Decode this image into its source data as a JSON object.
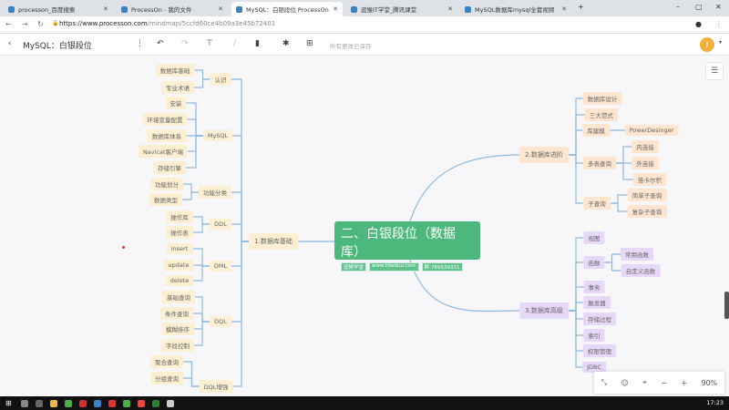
{
  "browser": {
    "tabs": [
      {
        "label": "processon_百度搜索"
      },
      {
        "label": "ProcessOn - 我的文件"
      },
      {
        "label": "MySQL：白银段位 ProcessOn"
      },
      {
        "label": "逗猴IT学堂_腾讯课堂"
      },
      {
        "label": "MySQL数据库mysql全套视频"
      }
    ],
    "url_host": "https://www.processon.com",
    "url_path": "/mindmap/5ccfd60ce4b09a3e45b72401"
  },
  "toolbar": {
    "title": "MySQL：白银段位",
    "saved_status": "所有更改已保存",
    "avatar_letter": "J"
  },
  "mindmap": {
    "root": {
      "title": "二、白银段位（数据库）",
      "tags": [
        "逗猴学堂",
        "www.hlieduu.com",
        "群:789539331"
      ]
    },
    "branches": [
      {
        "label": "1.数据库基础",
        "children": [
          {
            "label": "认识",
            "children": [
              {
                "label": "数据库基础"
              },
              {
                "label": "专业术语"
              }
            ]
          },
          {
            "label": "MySQL",
            "children": [
              {
                "label": "安装"
              },
              {
                "label": "环境变量配置"
              },
              {
                "label": "数据库体系"
              },
              {
                "label": "Navicat客户端"
              },
              {
                "label": "存储引擎"
              }
            ]
          },
          {
            "label": "功能分类",
            "children": [
              {
                "label": "功能划分"
              },
              {
                "label": "数据类型"
              }
            ]
          },
          {
            "label": "DDL",
            "children": [
              {
                "label": "操作库"
              },
              {
                "label": "操作表"
              }
            ]
          },
          {
            "label": "DML",
            "children": [
              {
                "label": "insert"
              },
              {
                "label": "update"
              },
              {
                "label": "delete"
              }
            ]
          },
          {
            "label": "DQL",
            "children": [
              {
                "label": "基础查询"
              },
              {
                "label": "条件查询"
              },
              {
                "label": "模糊排序"
              },
              {
                "label": "字段控制"
              }
            ]
          },
          {
            "label": "DQL增强",
            "children": [
              {
                "label": "聚合查询"
              },
              {
                "label": "分组查询"
              }
            ]
          }
        ]
      },
      {
        "label": "2.数据库进阶",
        "children": [
          {
            "label": "数据库设计"
          },
          {
            "label": "三大范式"
          },
          {
            "label": "库建模",
            "children": [
              {
                "label": "PowerDesinger"
              }
            ]
          },
          {
            "label": "多表查询",
            "children": [
              {
                "label": "内连接"
              },
              {
                "label": "外连接"
              },
              {
                "label": "笛卡尔积"
              }
            ]
          },
          {
            "label": "子查询",
            "children": [
              {
                "label": "简单子查询"
              },
              {
                "label": "复杂子查询"
              }
            ]
          }
        ]
      },
      {
        "label": "3.数据库高级",
        "children": [
          {
            "label": "视图"
          },
          {
            "label": "函数",
            "children": [
              {
                "label": "常用函数"
              },
              {
                "label": "自定义函数"
              }
            ]
          },
          {
            "label": "事务"
          },
          {
            "label": "触发器"
          },
          {
            "label": "存储过程"
          },
          {
            "label": "索引"
          },
          {
            "label": "权限管理"
          },
          {
            "label": "JDBC"
          }
        ]
      }
    ]
  },
  "zoom_controls": {
    "zoom_level": "90%"
  },
  "taskbar": {
    "time": "17:23"
  },
  "colors": {
    "root": "#4cb87c",
    "branch1": "#fcefd2",
    "branch2": "#fde5cf",
    "branch3": "#e8d8f8",
    "line": "#8fb8dd"
  }
}
